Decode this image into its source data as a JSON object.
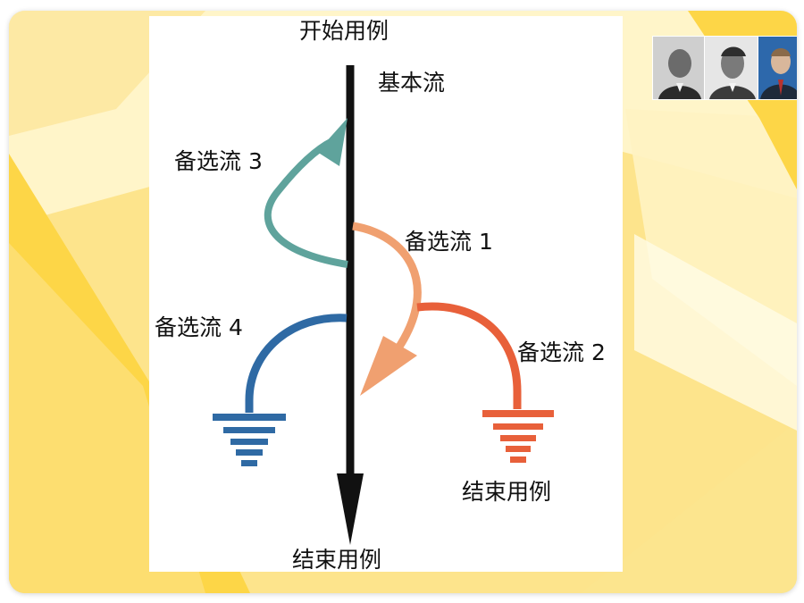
{
  "diagram": {
    "start_label": "开始用例",
    "basic_flow_label": "基本流",
    "alt_flow_3_label": "备选流 3",
    "alt_flow_1_label": "备选流 1",
    "alt_flow_4_label": "备选流 4",
    "alt_flow_2_label": "备选流 2",
    "end_label_right": "结束用例",
    "end_label_bottom": "结束用例"
  },
  "colors": {
    "main_flow": "#111111",
    "alt_flow_3": "#5fa39c",
    "alt_flow_1": "#f0a070",
    "alt_flow_2": "#e8603a",
    "alt_flow_4": "#2f6aa4",
    "background_yellow": "#fdd647"
  },
  "portraits": [
    {
      "name": "portrait-1"
    },
    {
      "name": "portrait-2"
    },
    {
      "name": "portrait-3"
    }
  ]
}
